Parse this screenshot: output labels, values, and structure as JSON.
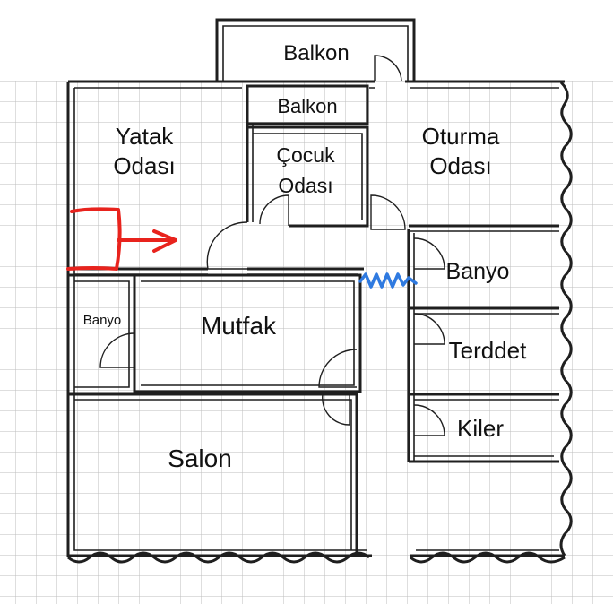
{
  "rooms": {
    "balkon_top": "Balkon",
    "balkon_small": "Balkon",
    "yatak_line1": "Yatak",
    "yatak_line2": "Odası",
    "cocuk_line1": "Çocuk",
    "cocuk_line2": "Odası",
    "oturma_line1": "Oturma",
    "oturma_line2": "Odası",
    "banyo_right": "Banyo",
    "banyo_left": "Banyo",
    "mutfak": "Mutfak",
    "terddet": "Terddet",
    "kiler": "Kiler",
    "salon": "Salon"
  },
  "colors": {
    "grid": "#bdbdbd",
    "wall": "#1f1f1f",
    "red_marker": "#e8231d",
    "blue_marker": "#2f7ae0"
  },
  "annotations": {
    "red_box_arrow": "red-hand-drawn-box-and-arrow",
    "blue_zigzag": "blue-zigzag"
  }
}
